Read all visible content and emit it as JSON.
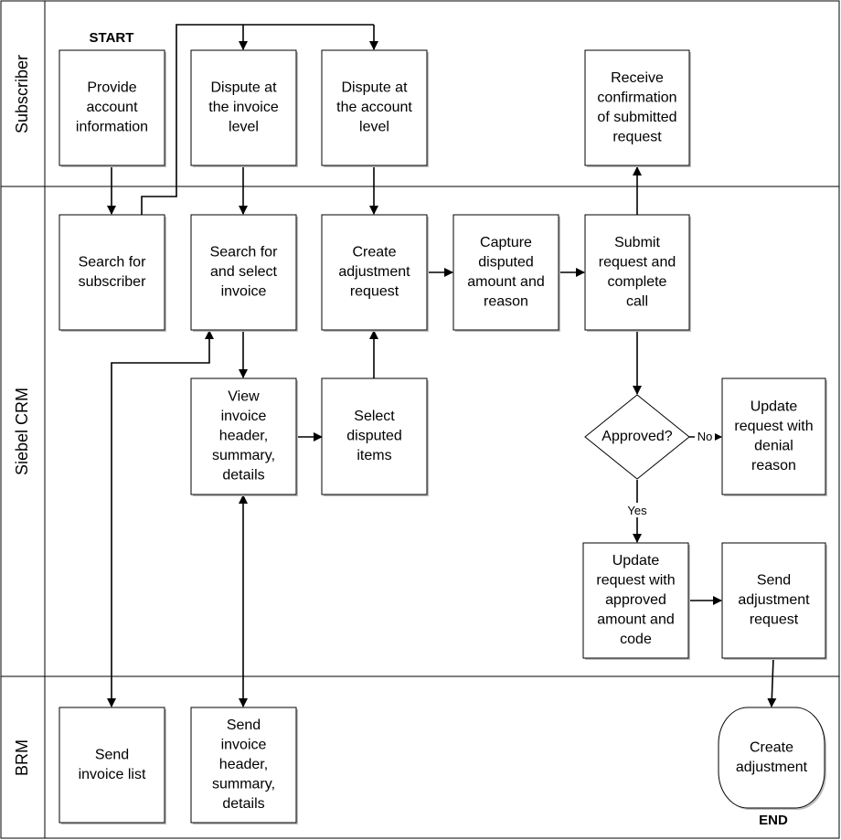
{
  "lanes": {
    "subscriber": "Subscriber",
    "siebel": "Siebel CRM",
    "brm": "BRM"
  },
  "markers": {
    "start": "START",
    "end": "END"
  },
  "nodes": {
    "provide_account": [
      "Provide",
      "account",
      "information"
    ],
    "dispute_invoice": [
      "Dispute at",
      "the invoice",
      "level"
    ],
    "dispute_account": [
      "Dispute at",
      "the account",
      "level"
    ],
    "receive_confirmation": [
      "Receive",
      "confirmation",
      "of submitted",
      "request"
    ],
    "search_subscriber": [
      "Search for",
      "subscriber"
    ],
    "search_invoice": [
      "Search for",
      "and select",
      "invoice"
    ],
    "create_adjustment_request": [
      "Create",
      "adjustment",
      "request"
    ],
    "capture_disputed": [
      "Capture",
      "disputed",
      "amount and",
      "reason"
    ],
    "submit_request": [
      "Submit",
      "request and",
      "complete",
      "call"
    ],
    "view_invoice": [
      "View",
      "invoice",
      "header,",
      "summary,",
      "details"
    ],
    "select_items": [
      "Select",
      "disputed",
      "items"
    ],
    "approved": [
      "Approved?"
    ],
    "update_denial": [
      "Update",
      "request with",
      "denial",
      "reason"
    ],
    "update_approved": [
      "Update",
      "request with",
      "approved",
      "amount and",
      "code"
    ],
    "send_adjustment": [
      "Send",
      "adjustment",
      "request"
    ],
    "send_invoice_list": [
      "Send",
      "invoice list"
    ],
    "send_invoice_header": [
      "Send",
      "invoice",
      "header,",
      "summary,",
      "details"
    ],
    "create_adjustment": [
      "Create",
      "adjustment"
    ]
  },
  "edge_labels": {
    "no": "No",
    "yes": "Yes"
  }
}
